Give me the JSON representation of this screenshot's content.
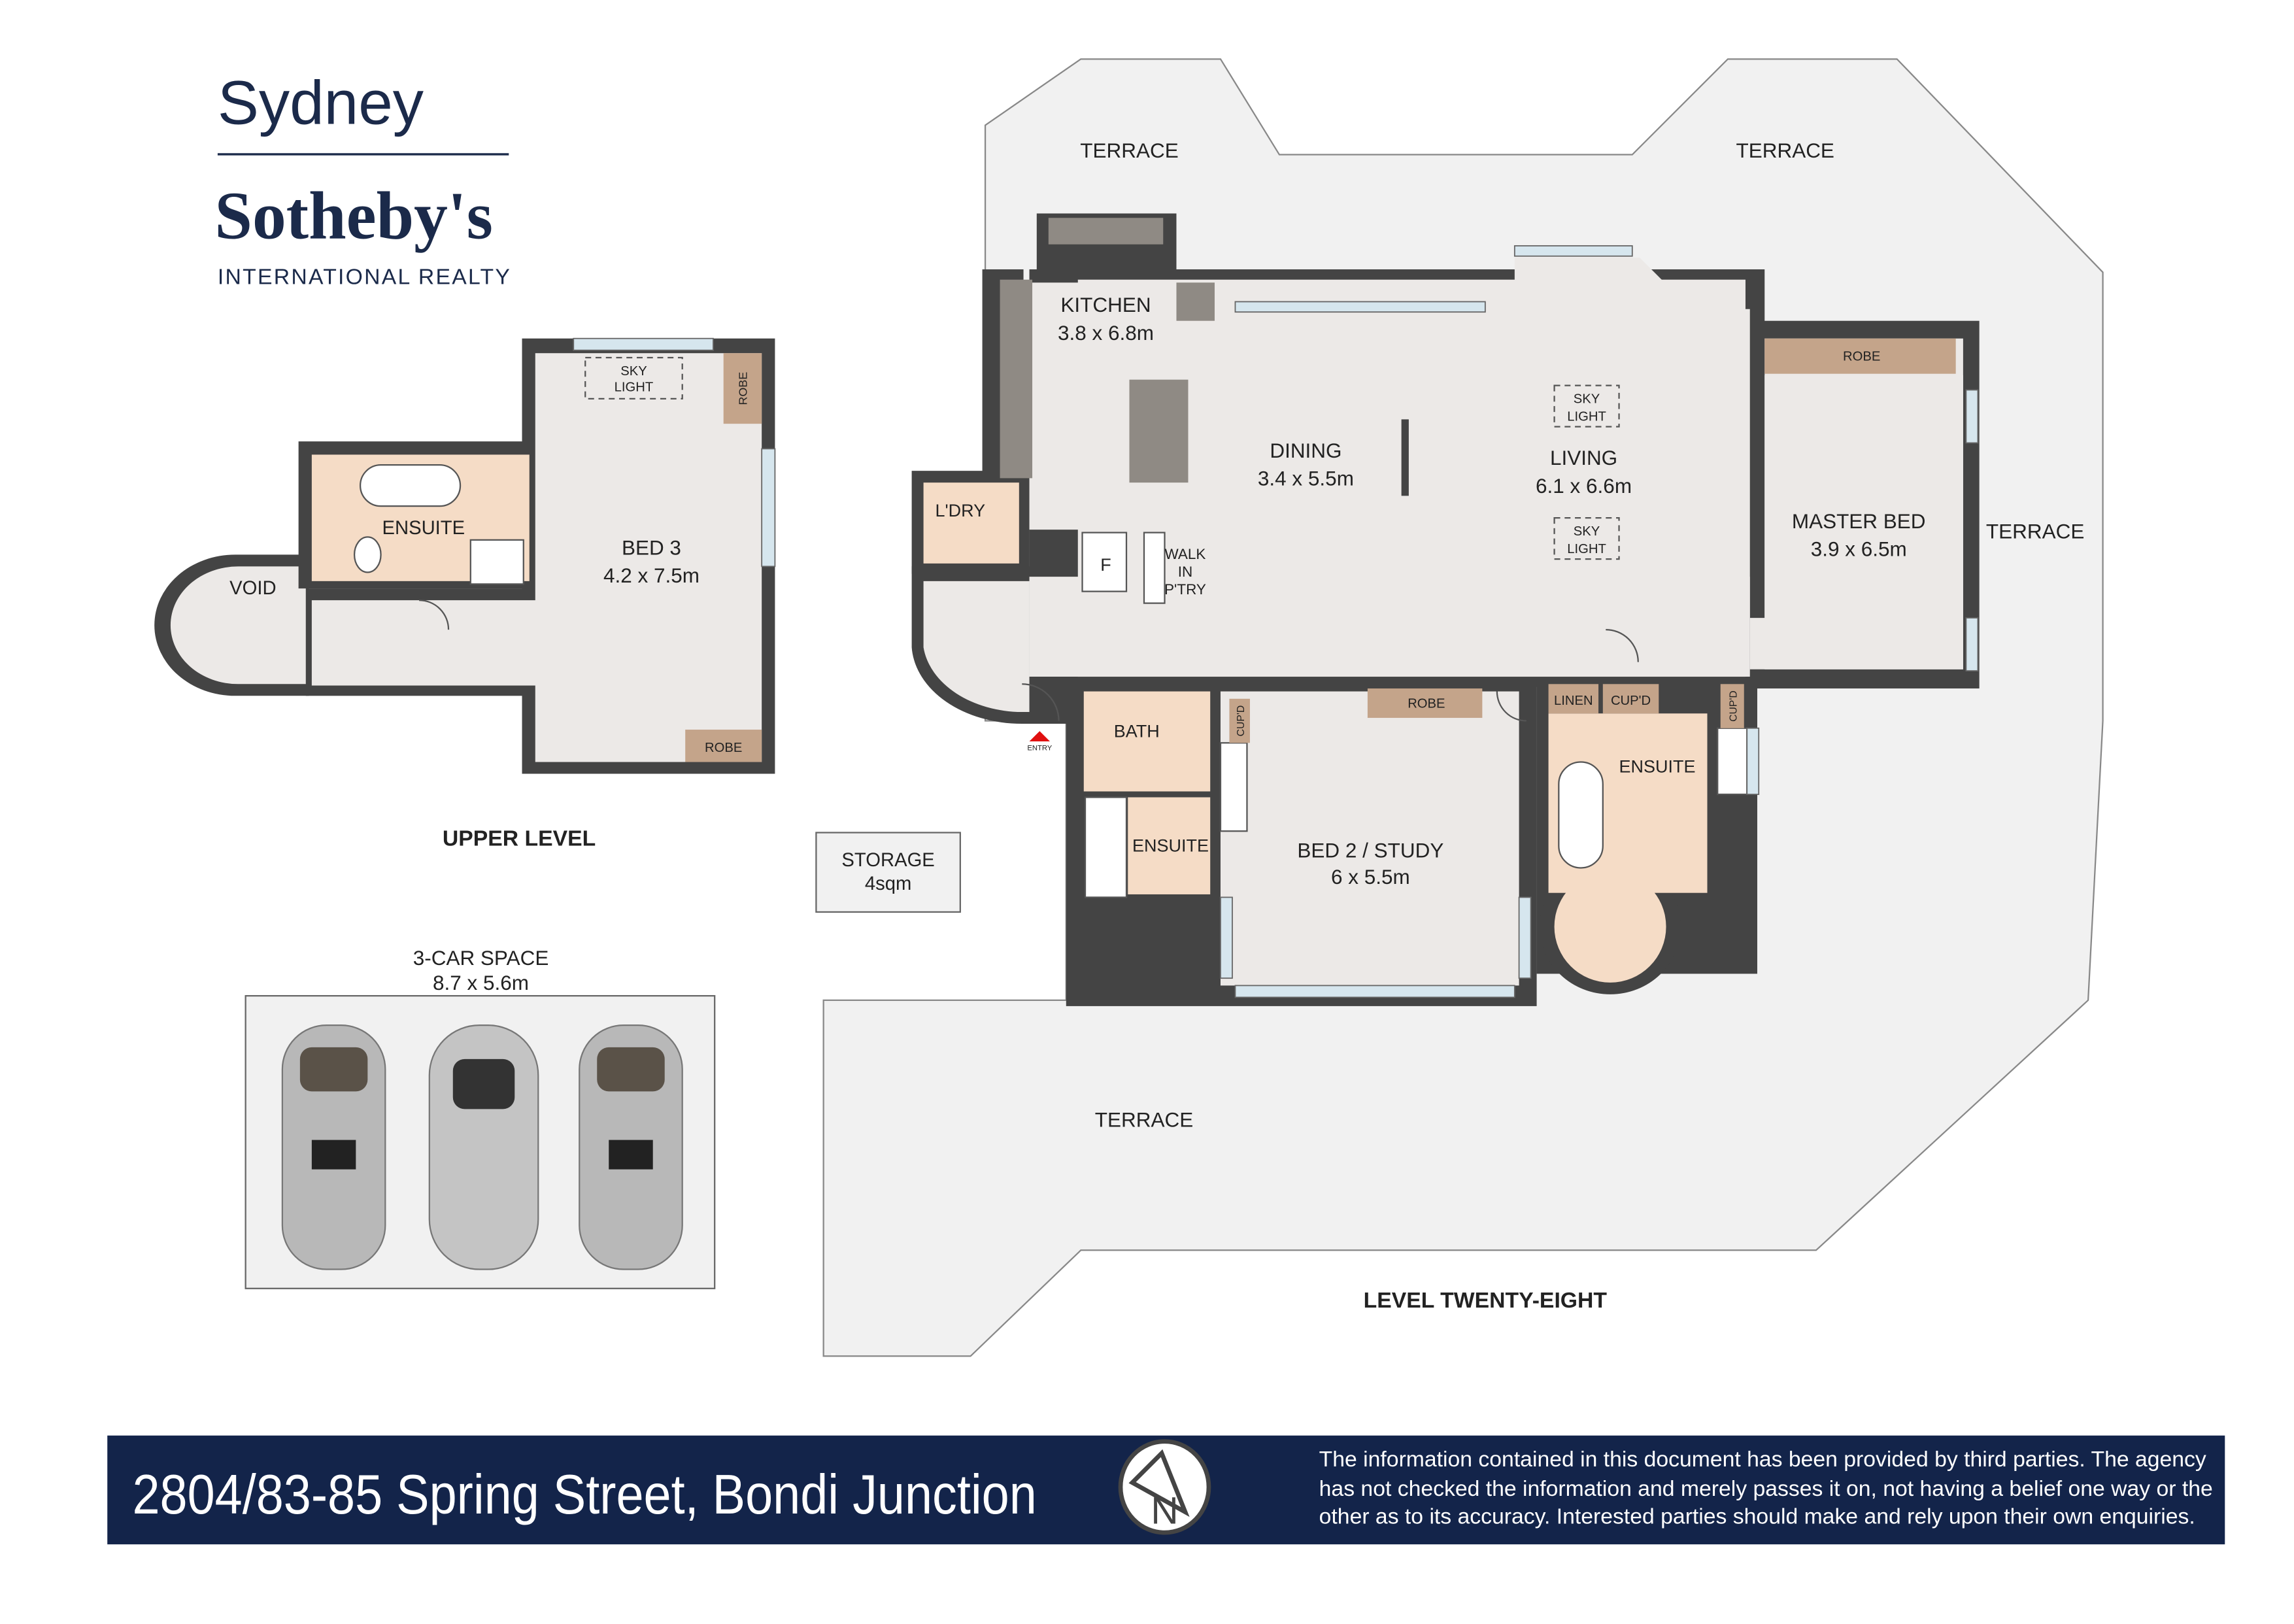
{
  "brand": {
    "line1": "Sydney",
    "line2": "Sotheby's",
    "line3": "INTERNATIONAL REALTY"
  },
  "upper_level": {
    "title": "UPPER LEVEL",
    "rooms": [
      {
        "name": "BED 3",
        "size": "4.2 x 7.5m"
      },
      {
        "name": "ENSUITE"
      },
      {
        "name": "VOID"
      }
    ],
    "sky_light": [
      "SKY",
      "LIGHT"
    ],
    "robe_labels": [
      "ROBE",
      "ROBE"
    ]
  },
  "storage": {
    "name": "STORAGE",
    "size": "4sqm"
  },
  "garage": {
    "name": "3-CAR SPACE",
    "size": "8.7 x 5.6m"
  },
  "level": {
    "title": "LEVEL TWENTY-EIGHT",
    "terraces": [
      "TERRACE",
      "TERRACE",
      "TERRACE",
      "TERRACE"
    ],
    "rooms": {
      "kitchen": {
        "name": "KITCHEN",
        "size": "3.8 x 6.8m"
      },
      "dining": {
        "name": "DINING",
        "size": "3.4 x 5.5m"
      },
      "living": {
        "name": "LIVING",
        "size": "6.1 x 6.6m"
      },
      "master": {
        "name": "MASTER BED",
        "size": "3.9 x 6.5m"
      },
      "bed2": {
        "name": "BED 2 / STUDY",
        "size": "6 x 5.5m"
      },
      "laundry": {
        "name": "L'DRY"
      },
      "bath": {
        "name": "BATH"
      },
      "ensuite1": {
        "name": "ENSUITE"
      },
      "ensuite2": {
        "name": "ENSUITE"
      }
    },
    "pantry": [
      "WALK",
      "IN",
      "P'TRY"
    ],
    "fridge": "F",
    "sky_light": [
      "SKY",
      "LIGHT"
    ],
    "robe": "ROBE",
    "linen": "LINEN",
    "cupd": "CUP'D",
    "entry": "ENTRY"
  },
  "footer": {
    "address": "2804/83-85 Spring Street, Bondi Junction",
    "disclaimer": [
      "The information contained in this document has been provided by third parties. The agency",
      "has not checked the information and merely passes it on, not having a belief one way or the",
      "other as to its accuracy. Interested parties should make and rely upon their own enquiries."
    ],
    "compass": "N"
  },
  "colors": {
    "navy": "#13244a",
    "wall": "#444444",
    "floor": "#ece9e7",
    "wet": "#f5dcc6",
    "robe": "#c4a48a"
  }
}
